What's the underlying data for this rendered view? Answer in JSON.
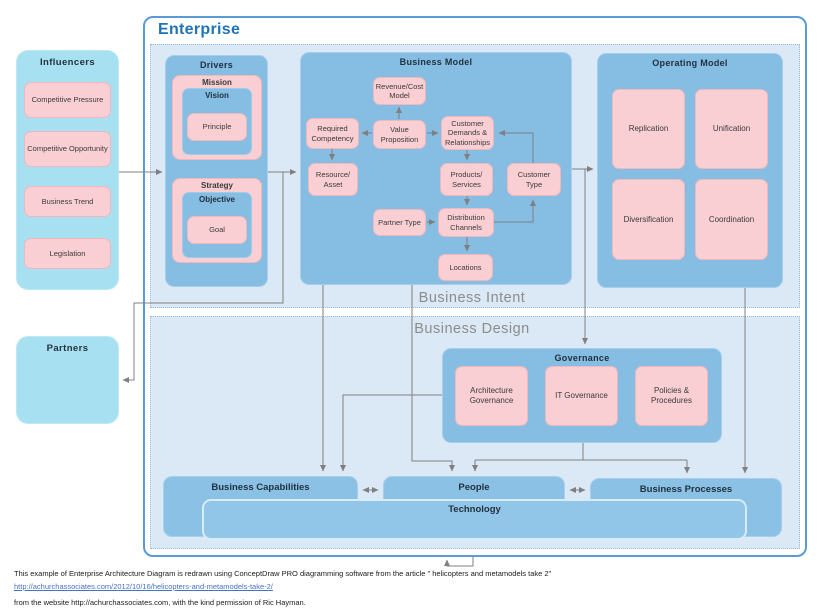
{
  "enterprise": {
    "title": "Enterprise"
  },
  "influencers": {
    "title": "Influencers",
    "items": [
      "Competitive Pressure",
      "Competitive Opportunity",
      "Business Trend",
      "Legislation"
    ]
  },
  "partners": {
    "title": "Partners"
  },
  "sections": {
    "intent": "Business Intent",
    "design": "Business Design"
  },
  "drivers": {
    "title": "Drivers",
    "mission": "Mission",
    "vision": "Vision",
    "principle": "Principle",
    "strategy": "Strategy",
    "objective": "Objective",
    "goal": "Goal"
  },
  "business_model": {
    "title": "Business Model",
    "revenue_cost": "Revenue/Cost Model",
    "required_competency": "Required Competency",
    "value_proposition": "Value Proposition",
    "customer_demands": "Customer Demands & Relationships",
    "resource_asset": "Resource/ Asset",
    "products_services": "Products/ Services",
    "customer_type": "Customer Type",
    "partner_type": "Partner Type",
    "distribution_channels": "Distribution Channels",
    "locations": "Locations"
  },
  "operating_model": {
    "title": "Operating Model",
    "replication": "Replication",
    "unification": "Unification",
    "diversification": "Diversification",
    "coordination": "Coordination"
  },
  "governance": {
    "title": "Governance",
    "architecture": "Architecture Governance",
    "it": "IT Governance",
    "policies": "Policies & Procedures"
  },
  "foundation": {
    "capabilities": "Business Capabilities",
    "people": "People",
    "processes": "Business Processes",
    "technology": "Technology"
  },
  "footer": {
    "caption": "This example of Enterprise Architecture Diagram is redrawn using ConceptDraw PRO diagramming software  from the article \" helicopters and metamodels take 2\"",
    "link": "http://achurchassociates.com/2012/10/16/helicopters-and-metamodels-take-2/",
    "credit": "from the website http://achurchassociates.com,  with the kind permission of Ric Hayman."
  },
  "colors": {
    "cyan_panel": "#A7E0F1",
    "pink_node": "#F9CFD3",
    "blue_container": "#85BDE3",
    "section_fill": "#DAE9F5",
    "enterprise_border": "#5B9BD5",
    "connector": "#808080",
    "enterprise_title": "#2173B8",
    "section_label": "#8C8C8C",
    "link": "#4472C4"
  }
}
